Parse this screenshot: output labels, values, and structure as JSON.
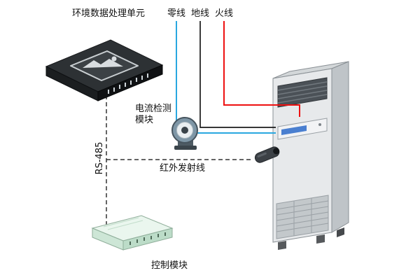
{
  "labels": {
    "processor_unit": "环境数据处理单元",
    "neutral": "零线",
    "ground": "地线",
    "live": "火线",
    "current_module_line1": "电流检测",
    "current_module_line2": "模块",
    "rs485": "RS-485",
    "infrared": "红外发射线",
    "control_module": "控制模块"
  },
  "colors": {
    "neutral_wire": "#29a8e0",
    "ground_wire": "#1a1a1a",
    "live_wire": "#ee1111",
    "signal_dashed": "#333333",
    "ac_display": "#4a7fd0"
  }
}
